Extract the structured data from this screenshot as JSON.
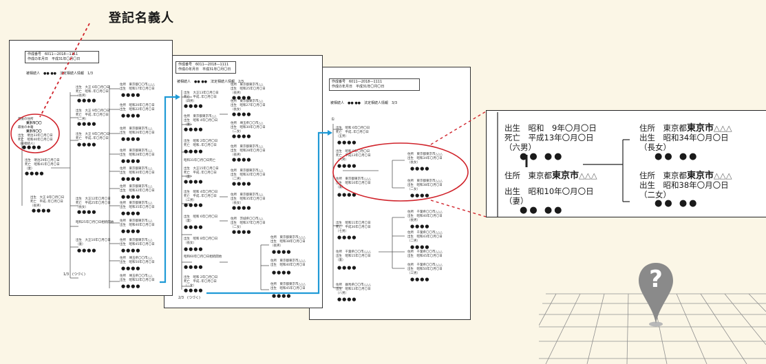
{
  "heading": "登記名義人",
  "pages": [
    {
      "header_line1": "作成番号　6011―2018―1111",
      "header_line2": "作成の年月日　平成31年〇月〇日",
      "title": "被相続人　●● ●●　法定相続人情報　1/3",
      "footer": "1/3　(つづく)",
      "focus_label_1": "最後の住所",
      "focus_label_2": "東京市〇〇",
      "focus_label_3": "最後の本籍",
      "focus_label_4": "東京市〇〇"
    },
    {
      "header_line1": "作成番号　6011―2018―1111",
      "header_line2": "作成の年月日　平成31年〇月〇日",
      "title": "被相続人　●● ●●　法定相続人情報　2/3",
      "footer": "2/3　(つづく)"
    },
    {
      "header_line1": "作成番号　6011―2018―1111",
      "header_line2": "作成の年月日　平成31年〇月〇日",
      "title": "被相続人　●● ●●　法定相続人情報　3/3",
      "circle_label": "①"
    }
  ],
  "zoom": {
    "son_birth": "出生　昭和　9年〇月〇日",
    "son_death": "死亡　平成13年〇月〇日",
    "son_relation": "（六男）",
    "son_name": "●● ●●",
    "son_address_prefix": "住所　東京都",
    "son_address_city": "東京市",
    "son_address_suffix": "△△△",
    "wife_birth": "出生　昭和10年〇月〇日",
    "wife_relation": "（妻）",
    "wife_name": "●● ●●",
    "d1_address_prefix": "住所　東京都",
    "d1_address_city": "東京市",
    "d1_address_suffix": "△△△",
    "d1_birth": "出生　昭和34年〇月〇日",
    "d1_relation": "（長女）",
    "d1_name": "●● ●●",
    "d2_address_prefix": "住所　東京都",
    "d2_address_city": "東京市",
    "d2_address_suffix": "△△△",
    "d2_birth": "出生　昭和38年〇月〇日",
    "d2_relation": "（二女）",
    "d2_name": "●● ●●"
  },
  "map_pin_symbol": "?",
  "colors": {
    "background": "#fbf6e6",
    "highlight_red": "#d0222a",
    "connector_blue": "#1f9ad6",
    "pin_gray": "#8a8a8a"
  }
}
